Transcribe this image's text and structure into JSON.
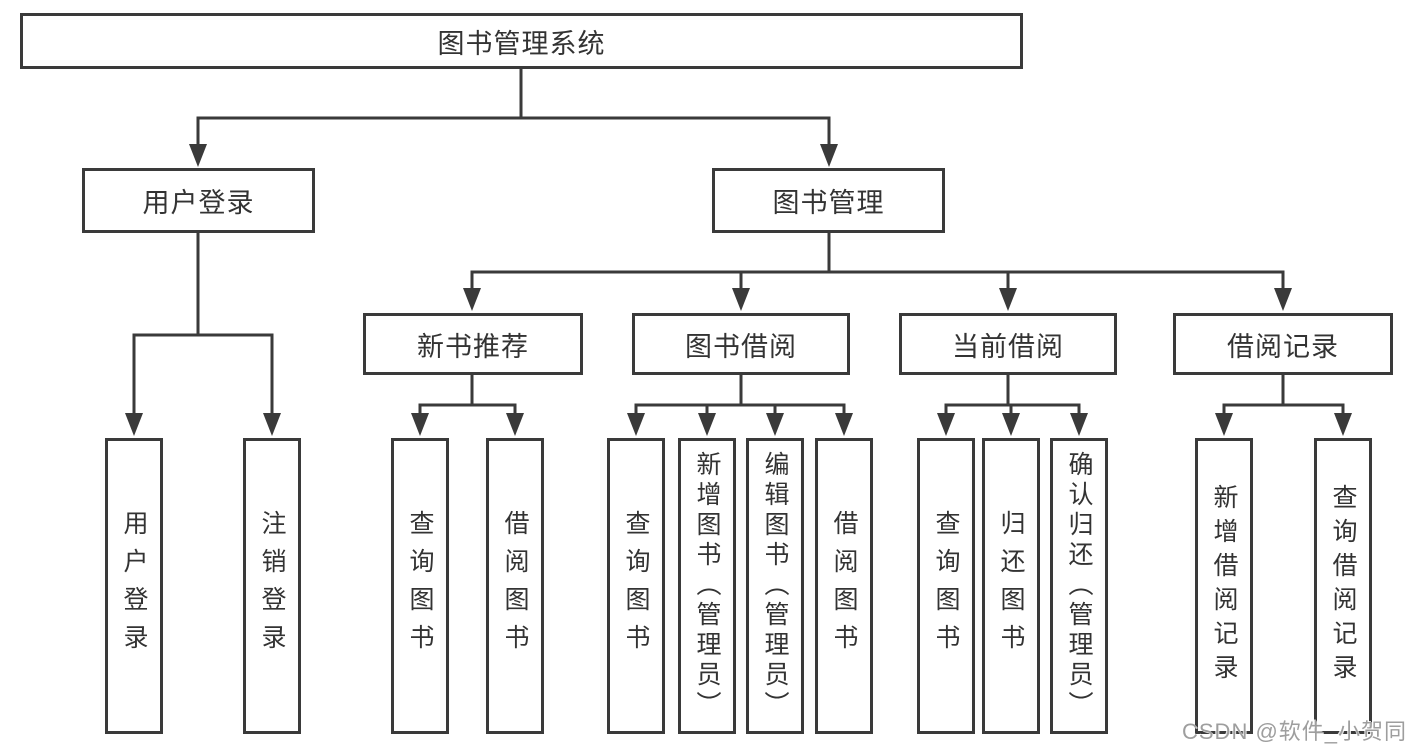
{
  "colors": {
    "line": "#3a3a3a",
    "text": "#333333",
    "watermark": "#9e9e9e",
    "background": "#ffffff"
  },
  "watermark": "CSDN @软件_小贺同学",
  "nodes": {
    "root": "图书管理系统",
    "branches": [
      {
        "label": "用户登录",
        "children": [
          "用户登录",
          "注销登录"
        ]
      },
      {
        "label": "图书管理",
        "groups": [
          {
            "label": "新书推荐",
            "children": [
              "查询图书",
              "借阅图书"
            ]
          },
          {
            "label": "图书借阅",
            "children": [
              "查询图书",
              "新增图书（管理员）",
              "编辑图书（管理员）",
              "借阅图书"
            ]
          },
          {
            "label": "当前借阅",
            "children": [
              "查询图书",
              "归还图书",
              "确认归还（管理员）"
            ]
          },
          {
            "label": "借阅记录",
            "children": [
              "新增借阅记录",
              "查询借阅记录"
            ]
          }
        ]
      }
    ]
  }
}
